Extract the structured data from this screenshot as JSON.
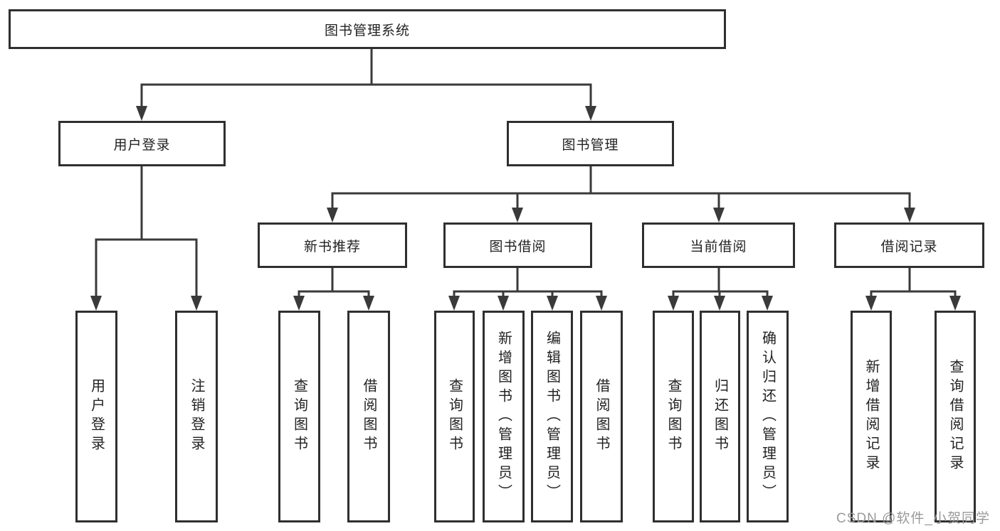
{
  "diagram": {
    "title": "图书管理系统",
    "root": {
      "label": "图书管理系统"
    },
    "level2": [
      {
        "label": "用户登录"
      },
      {
        "label": "图书管理"
      }
    ],
    "level3": [
      {
        "label": "新书推荐",
        "parent": "图书管理"
      },
      {
        "label": "图书借阅",
        "parent": "图书管理"
      },
      {
        "label": "当前借阅",
        "parent": "图书管理"
      },
      {
        "label": "借阅记录",
        "parent": "图书管理"
      }
    ],
    "leaves": [
      {
        "label": "用户登录",
        "parent": "用户登录"
      },
      {
        "label": "注销登录",
        "parent": "用户登录"
      },
      {
        "label": "查询图书",
        "parent": "新书推荐"
      },
      {
        "label": "借阅图书",
        "parent": "新书推荐"
      },
      {
        "label": "查询图书",
        "parent": "图书借阅"
      },
      {
        "label": "新增图书（管理员）",
        "parent": "图书借阅"
      },
      {
        "label": "编辑图书（管理员）",
        "parent": "图书借阅"
      },
      {
        "label": "借阅图书",
        "parent": "图书借阅"
      },
      {
        "label": "查询图书",
        "parent": "当前借阅"
      },
      {
        "label": "归还图书",
        "parent": "当前借阅"
      },
      {
        "label": "确认归还（管理员）",
        "parent": "当前借阅"
      },
      {
        "label": "新增借阅记录",
        "parent": "借阅记录"
      },
      {
        "label": "查询借阅记录",
        "parent": "借阅记录"
      }
    ]
  },
  "colors": {
    "line": "#3a3a3a",
    "border": "#2f2f2f",
    "text": "#222222",
    "background": "#ffffff",
    "watermark": "#9a9a9a"
  },
  "watermark": {
    "text": "CSDN @软件_小贺同学"
  }
}
